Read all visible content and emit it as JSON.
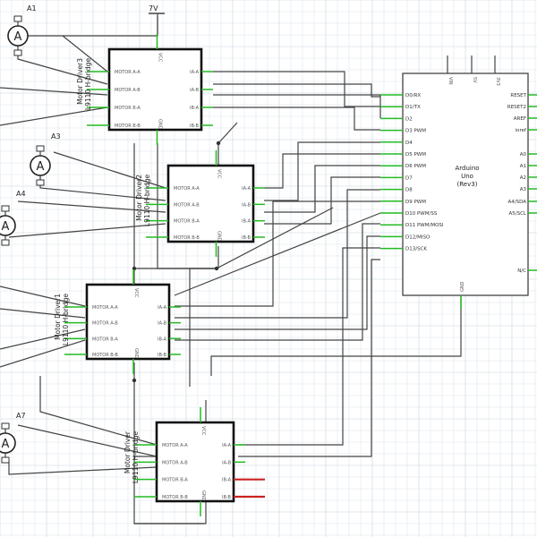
{
  "power": {
    "label": "7V"
  },
  "arduino": {
    "title": [
      "Arduino",
      "Uno",
      "(Rev3)"
    ],
    "top_pins": [
      "VIN",
      "5V",
      "3V3"
    ],
    "left_pins": [
      "D0/RX",
      "D1/TX",
      "D2",
      "D3 PWM",
      "D4",
      "D5 PWM",
      "D6 PWM",
      "D7",
      "D8",
      "D9 PWM",
      "D10 PWM/SS",
      "D11 PWM/MOSI",
      "D12/MISO",
      "D13/SCK"
    ],
    "right_pins": [
      "RESET",
      "RESET2",
      "AREF",
      "ioref",
      "A0",
      "A1",
      "A2",
      "A3",
      "A4/SDA",
      "A5/SCL",
      "N/C"
    ],
    "bottom_pin": "GND"
  },
  "drivers": [
    {
      "name": "Motor Driver3",
      "part": "L9110 H-bridge"
    },
    {
      "name": "Motor Driver2",
      "part": "L9110 H-bridge"
    },
    {
      "name": "Motor Driver1",
      "part": "L9110 H-bridge"
    },
    {
      "name": "Motor Driver",
      "part": "L9110 H-bridge"
    }
  ],
  "driver_pins": {
    "left": [
      "MOTOR A-A",
      "MOTOR A-B",
      "MOTOR B-A",
      "MOTOR B-B"
    ],
    "right": [
      "IA-A",
      "IA-B",
      "IB-A",
      "IB-B"
    ],
    "vcc": "VCC",
    "gnd": "GND"
  },
  "motors": [
    {
      "tag": "A1",
      "symbol": "A"
    },
    {
      "tag": "A3",
      "symbol": "A"
    },
    {
      "tag": "A4",
      "symbol": "A"
    },
    {
      "tag": "A7",
      "symbol": "A"
    }
  ],
  "colors": {
    "wire": "#444444",
    "pin_ok": "#22bb22",
    "pin_unconnected": "#cc2222",
    "grid": "#dde6ee",
    "grid_major": "#c8d4de"
  }
}
